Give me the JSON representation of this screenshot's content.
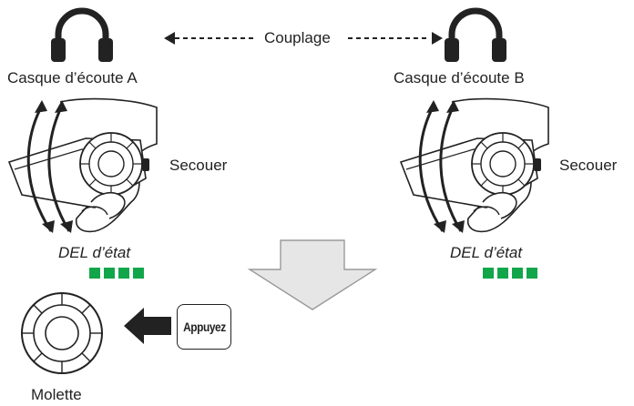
{
  "pairing_label": "Couplage",
  "headset_a": {
    "label": "Casque d’écoute A",
    "action": "Secouer",
    "led_label": "DEL d’état",
    "led_count": 4
  },
  "headset_b": {
    "label": "Casque d’écoute B",
    "action": "Secouer",
    "led_label": "DEL d’état",
    "led_count": 4
  },
  "press_label": "Appuyez",
  "wheel_label": "Molette",
  "colors": {
    "led": "#12a64a",
    "arrow_fill": "#e6e6e6",
    "line": "#222222"
  },
  "icons": [
    "headphones-icon",
    "double-arrow-icon",
    "device-hand-icon",
    "shake-arrow-icon",
    "down-arrow-icon",
    "wheel-icon",
    "left-arrow-icon"
  ]
}
